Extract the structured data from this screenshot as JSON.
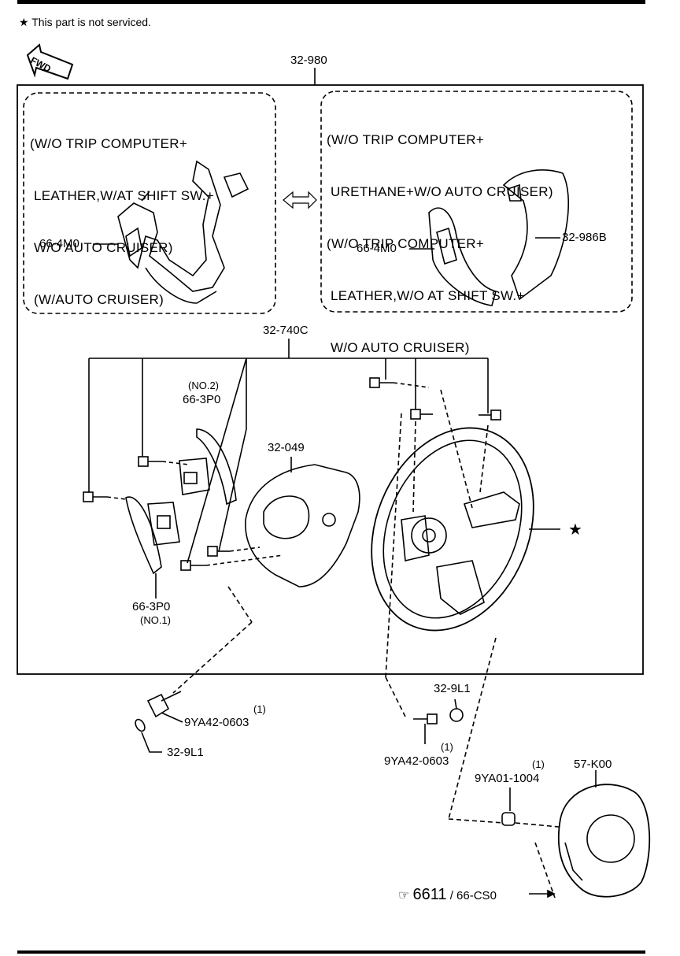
{
  "note": {
    "star": "★",
    "text": "This part is not serviced."
  },
  "fwd_label": "FWD",
  "groups": {
    "left_condition": [
      "(W/O TRIP COMPUTER+",
      " LEATHER,W/AT SHIFT SW.+",
      " W/O AUTO CRUISER)",
      " (W/AUTO CRUISER)"
    ],
    "right_condition": [
      "(W/O TRIP COMPUTER+",
      " URETHANE+W/O AUTO CRUISER)",
      "(W/O TRIP COMPUTER+",
      " LEATHER,W/O AT SHIFT SW.+",
      " W/O AUTO CRUISER)"
    ]
  },
  "parts": {
    "assembly": "32-980",
    "switch_left": "66-4M0",
    "switch_right": "66-4M0",
    "cover": "32-986B",
    "bolt_group": "32-740C",
    "no2_qualifier": "(NO.2)",
    "no2_part": "66-3P0",
    "bracket": "32-049",
    "no1_part": "66-3P0",
    "no1_qualifier": "(NO.1)",
    "bolt_left": "9YA42-0603",
    "bolt_left_qty": "(1)",
    "cap_left": "32-9L1",
    "cap_right": "32-9L1",
    "bolt_right": "9YA42-0603",
    "bolt_right_qty": "(1)",
    "airbag_bolt": "9YA01-1004",
    "airbag_bolt_qty": "(1)",
    "airbag": "57-K00"
  },
  "reference": {
    "section": "6611",
    "separator": "/",
    "part": "66-CS0"
  }
}
